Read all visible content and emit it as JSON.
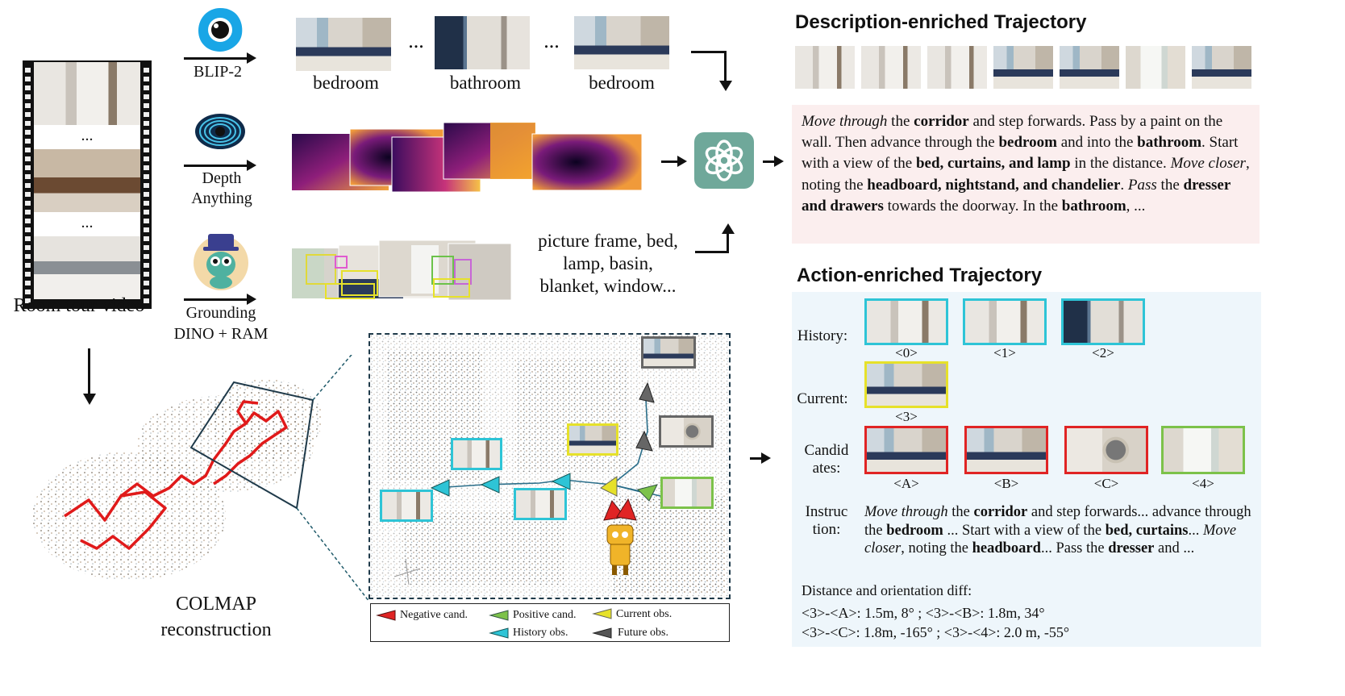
{
  "left": {
    "film_dots": [
      "...",
      "..."
    ],
    "caption": "Room tour video",
    "colmap_caption_1": "COLMAP",
    "colmap_caption_2": "reconstruction"
  },
  "models": {
    "blip": "BLIP-2",
    "depth_1": "Depth",
    "depth_2": "Anything",
    "dino_1": "Grounding",
    "dino_2": "DINO + RAM"
  },
  "captions": {
    "c1": "bedroom",
    "c2": "bathroom",
    "c3": "bedroom",
    "ellipsis": "...",
    "objects_1": "picture frame, bed,",
    "objects_2": "lamp, basin,",
    "objects_3": "blanket, window..."
  },
  "description": {
    "title": "Description-enriched Trajectory",
    "parts": [
      {
        "t": "Move through",
        "s": "i"
      },
      {
        "t": " the ",
        "s": "n"
      },
      {
        "t": "corridor",
        "s": "b"
      },
      {
        "t": " and step forwards. Pass by a paint on the wall. Then advance through the ",
        "s": "n"
      },
      {
        "t": "bedroom",
        "s": "b"
      },
      {
        "t": " and into the ",
        "s": "n"
      },
      {
        "t": "bathroom",
        "s": "b"
      },
      {
        "t": ". Start with a view of the ",
        "s": "n"
      },
      {
        "t": "bed, curtains, and lamp",
        "s": "b"
      },
      {
        "t": " in the distance. ",
        "s": "n"
      },
      {
        "t": "Move closer",
        "s": "i"
      },
      {
        "t": ", noting the ",
        "s": "n"
      },
      {
        "t": "headboard, nightstand, and chandelier",
        "s": "b"
      },
      {
        "t": ". ",
        "s": "n"
      },
      {
        "t": "Pass",
        "s": "i"
      },
      {
        "t": " the ",
        "s": "n"
      },
      {
        "t": "dresser and drawers",
        "s": "b"
      },
      {
        "t": " towards the doorway. In the ",
        "s": "n"
      },
      {
        "t": "bathroom",
        "s": "b"
      },
      {
        "t": ", ...",
        "s": "n"
      }
    ]
  },
  "action": {
    "title": "Action-enriched Trajectory",
    "history_label": "History:",
    "current_label": "Current:",
    "cand_label_1": "Candid",
    "cand_label_2": "ates:",
    "instr_label_1": "Instruc",
    "instr_label_2": "tion:",
    "history_tags": [
      "<0>",
      "<1>",
      "<2>"
    ],
    "current_tag": "<3>",
    "cand_tags": [
      "<A>",
      "<B>",
      "<C>",
      "<4>"
    ],
    "instruction_parts": [
      {
        "t": "Move through",
        "s": "i"
      },
      {
        "t": " the ",
        "s": "n"
      },
      {
        "t": "corridor",
        "s": "b"
      },
      {
        "t": " and step forwards... advance through the ",
        "s": "n"
      },
      {
        "t": "bedroom",
        "s": "b"
      },
      {
        "t": " ... Start with a view of the ",
        "s": "n"
      },
      {
        "t": "bed, curtains",
        "s": "b"
      },
      {
        "t": "... ",
        "s": "n"
      },
      {
        "t": "Move closer",
        "s": "i"
      },
      {
        "t": ", noting the ",
        "s": "n"
      },
      {
        "t": "headboard",
        "s": "b"
      },
      {
        "t": "... Pass the ",
        "s": "n"
      },
      {
        "t": "dresser",
        "s": "b"
      },
      {
        "t": " and ...",
        "s": "n"
      }
    ],
    "distance_title": "Distance and orientation diff:",
    "distance_line_1": "<3>-<A>: 1.5m, 8° ; <3>-<B>: 1.8m, 34°",
    "distance_line_2": "<3>-<C>: 1.8m, -165° ; <3>-<4>: 2.0 m, -55°"
  },
  "legend": {
    "negative": "Negative cand.",
    "positive": "Positive cand.",
    "current": "Current obs.",
    "history": "History obs.",
    "future": "Future obs."
  },
  "colors": {
    "history": "#2ec4d6",
    "current": "#e6e12a",
    "negative": "#e02424",
    "positive": "#7cc24a",
    "future": "#666666",
    "trajectory": "#e01a1a",
    "chatgpt": "#6fa89a"
  }
}
